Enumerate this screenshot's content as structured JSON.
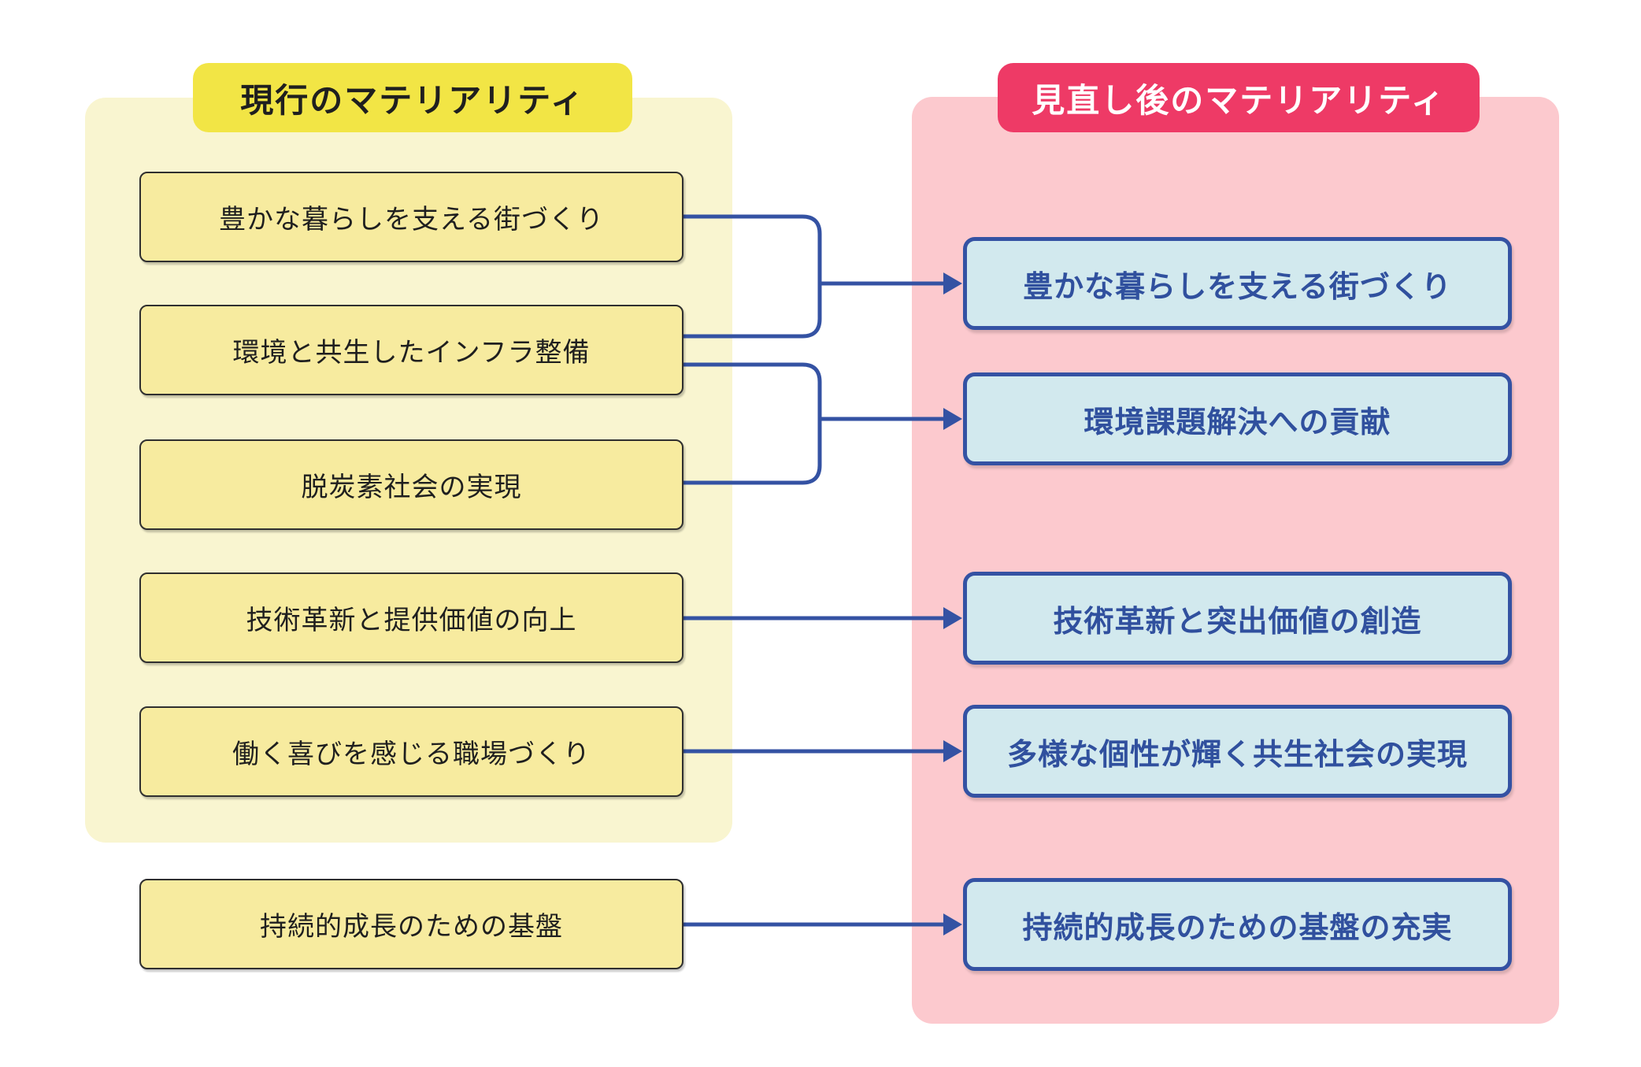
{
  "left": {
    "title": "現行のマテリアリティ",
    "items": [
      "豊かな暮らしを支える街づくり",
      "環境と共生したインフラ整備",
      "脱炭素社会の実現",
      "技術革新と提供価値の向上",
      "働く喜びを感じる職場づくり",
      "持続的成長のための基盤"
    ]
  },
  "right": {
    "title": "見直し後のマテリアリティ",
    "items": [
      "豊かな暮らしを支える街づくり",
      "環境課題解決への貢献",
      "技術革新と突出価値の創造",
      "多様な個性が輝く共生社会の実現",
      "持続的成長のための基盤の充実"
    ]
  },
  "connections": [
    {
      "from_indices": [
        0,
        1
      ],
      "to_index": 0,
      "type": "merge"
    },
    {
      "from_indices": [
        1,
        2
      ],
      "to_index": 1,
      "type": "merge"
    },
    {
      "from_indices": [
        3
      ],
      "to_index": 2,
      "type": "direct"
    },
    {
      "from_indices": [
        4
      ],
      "to_index": 3,
      "type": "direct"
    },
    {
      "from_indices": [
        5
      ],
      "to_index": 4,
      "type": "direct"
    }
  ],
  "colors": {
    "left_pill_bg": "#f2e545",
    "left_panel_bg": "#f9f5d0",
    "left_box_bg": "#f7eb9f",
    "left_box_border": "#2f2f2f",
    "left_text_color": "#1f1f1f",
    "left_title_color": "#1f1f1f",
    "right_pill_bg": "#ee3a66",
    "right_panel_bg": "#fcc9ce",
    "right_box_bg": "#d2e9ee",
    "right_box_border": "#3452a3",
    "right_text_color": "#30509e",
    "connector_color": "#3452a3"
  }
}
